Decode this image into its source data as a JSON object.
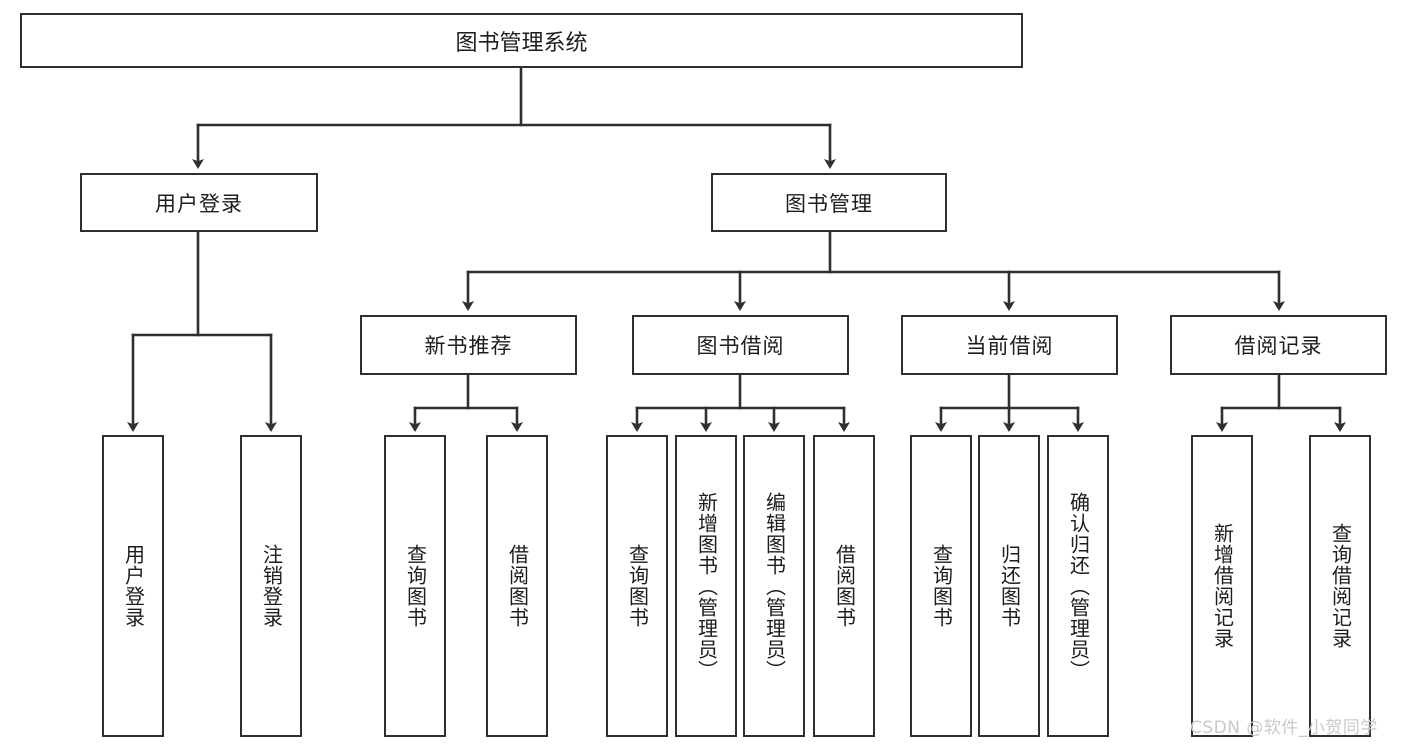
{
  "diagram": {
    "title": "图书管理系统",
    "type": "tree",
    "watermark": "CSDN @软件_小贺同学",
    "colors": {
      "stroke": "#2f2f2f",
      "fill": "#ffffff",
      "text": "#1d1d1d",
      "watermark": "#c9c9c9"
    },
    "root": {
      "label": "图书管理系统"
    },
    "level2": [
      {
        "id": "user-login",
        "label": "用户登录"
      },
      {
        "id": "book-manage",
        "label": "图书管理"
      }
    ],
    "level3": [
      {
        "id": "new-book-recommend",
        "label": "新书推荐",
        "parent": "book-manage"
      },
      {
        "id": "book-borrow",
        "label": "图书借阅",
        "parent": "book-manage"
      },
      {
        "id": "current-borrow",
        "label": "当前借阅",
        "parent": "book-manage"
      },
      {
        "id": "borrow-record",
        "label": "借阅记录",
        "parent": "book-manage"
      }
    ],
    "leaves": [
      {
        "id": "leaf-user-login",
        "label": "用户登录",
        "parent": "user-login"
      },
      {
        "id": "leaf-user-logout",
        "label": "注销登录",
        "parent": "user-login"
      },
      {
        "id": "leaf-query-book-1",
        "label": "查询图书",
        "parent": "new-book-recommend"
      },
      {
        "id": "leaf-borrow-book-1",
        "label": "借阅图书",
        "parent": "new-book-recommend"
      },
      {
        "id": "leaf-query-book-2",
        "label": "查询图书",
        "parent": "book-borrow"
      },
      {
        "id": "leaf-add-book",
        "label": "新增图书（管理员）",
        "parent": "book-borrow"
      },
      {
        "id": "leaf-edit-book",
        "label": "编辑图书（管理员）",
        "parent": "book-borrow"
      },
      {
        "id": "leaf-borrow-book-2",
        "label": "借阅图书",
        "parent": "book-borrow"
      },
      {
        "id": "leaf-query-book-3",
        "label": "查询图书",
        "parent": "current-borrow"
      },
      {
        "id": "leaf-return-book",
        "label": "归还图书",
        "parent": "current-borrow"
      },
      {
        "id": "leaf-confirm-return",
        "label": "确认归还（管理员）",
        "parent": "current-borrow"
      },
      {
        "id": "leaf-add-record",
        "label": "新增借阅记录",
        "parent": "borrow-record"
      },
      {
        "id": "leaf-query-record",
        "label": "查询借阅记录",
        "parent": "borrow-record"
      }
    ]
  }
}
